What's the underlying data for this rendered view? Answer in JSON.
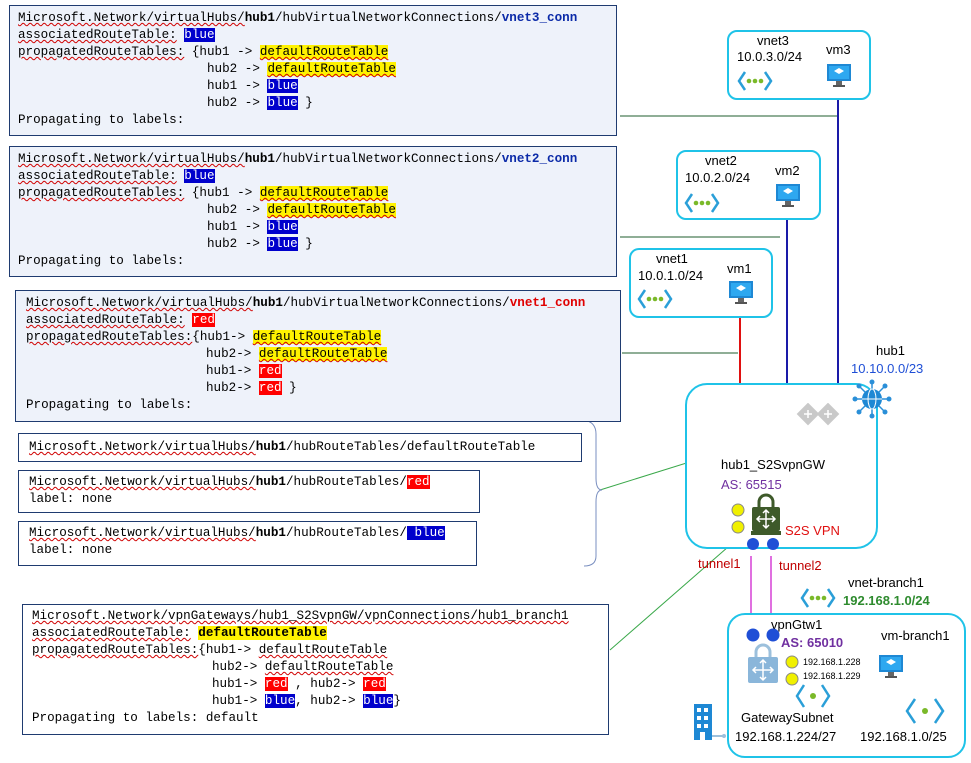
{
  "vnet3_conn": {
    "path_prefix": "Microsoft.Network/virtualHubs/",
    "hub": "hub1",
    "path_mid": "/hubVirtualNetworkConnections/",
    "conn": "vnet3_conn",
    "assoc_key": "associatedRouteTable:",
    "assoc_val": "blue",
    "prop_key": "propagatedRouteTables:",
    "prop_open": "{hub1 -> ",
    "l1_val": "defaultRouteTable",
    "l2_prefix": "hub2 -> ",
    "l2_val": "defaultRouteTable",
    "l3_prefix": "hub1 -> ",
    "l3_val": "blue",
    "l4_prefix": "hub2 -> ",
    "l4_val": "blue",
    "l4_close": " }",
    "labels": "Propagating to labels:"
  },
  "vnet2_conn": {
    "path_prefix": "Microsoft.Network/virtualHubs/",
    "hub": "hub1",
    "path_mid": "/hubVirtualNetworkConnections/",
    "conn": "vnet2_conn",
    "assoc_key": "associatedRouteTable:",
    "assoc_val": "blue",
    "prop_key": "propagatedRouteTables:",
    "prop_open": "{hub1 -> ",
    "l1_val": "defaultRouteTable",
    "l2_prefix": "hub2 -> ",
    "l2_val": "defaultRouteTable",
    "l3_prefix": "hub1 -> ",
    "l3_val": "blue",
    "l4_prefix": "hub2 -> ",
    "l4_val": "blue",
    "l4_close": " }",
    "labels": "Propagating to labels:"
  },
  "vnet1_conn": {
    "path_prefix": "Microsoft.Network/virtualHubs/",
    "hub": "hub1",
    "path_mid": "/hubVirtualNetworkConnections/",
    "conn": "vnet1_conn",
    "assoc_key": "associatedRouteTable:",
    "assoc_val": "red",
    "prop_key": "propagatedRouteTables:",
    "prop_open": "{hub1-> ",
    "l1_val": "defaultRouteTable",
    "l2_prefix": "hub2-> ",
    "l2_val": "defaultRouteTable",
    "l3_prefix": "hub1-> ",
    "l3_val": "red",
    "l4_prefix": "hub2-> ",
    "l4_val": "red",
    "l4_close": " }",
    "labels": "Propagating to labels:"
  },
  "route_tables": {
    "default": {
      "prefix": "Microsoft.Network/virtualHubs/",
      "hub": "hub1",
      "suffix": "/hubRouteTables/defaultRouteTable"
    },
    "red": {
      "prefix": "Microsoft.Network/virtualHubs/",
      "hub": "hub1",
      "suffix": "/hubRouteTables/",
      "name": "red",
      "label_line": "label: none"
    },
    "blue": {
      "prefix": "Microsoft.Network/virtualHubs/",
      "hub": "hub1",
      "suffix": "/hubRouteTables/",
      "name": " blue",
      "label_line": "label: none"
    }
  },
  "vpn_conn": {
    "path": "Microsoft.Network/vpnGateways/hub1_S2SvpnGW/vpnConnections/hub1_branch1",
    "assoc_key": "associatedRouteTable:",
    "assoc_val": "defaultRouteTable",
    "prop_key": "propagatedRouteTables:",
    "prop_open": "{hub1-> ",
    "l1_val": "defaultRouteTable",
    "l2_prefix": "hub2-> ",
    "l2_val": "defaultRouteTable",
    "l3_prefix": "hub1-> ",
    "l3_val": "red",
    "l3_mid": " , hub2-> ",
    "l3_val2": "red",
    "l4_prefix": "hub1-> ",
    "l4_val": "blue",
    "l4_mid": ", hub2-> ",
    "l4_val2": "blue",
    "l4_close": "}",
    "labels": "Propagating to labels: default"
  },
  "topology": {
    "vnet3": {
      "name": "vnet3",
      "cidr": "10.0.3.0/24",
      "vm": "vm3"
    },
    "vnet2": {
      "name": "vnet2",
      "cidr": "10.0.2.0/24",
      "vm": "vm2"
    },
    "vnet1": {
      "name": "vnet1",
      "cidr": "10.0.1.0/24",
      "vm": "vm1"
    },
    "hub": {
      "name": "hub1",
      "cidr": "10.10.0.0/23",
      "gw": "hub1_S2SvpnGW",
      "as": "AS: 65515",
      "s2s": "S2S VPN"
    },
    "tunnel1": "tunnel1",
    "tunnel2": "tunnel2",
    "branch": {
      "vnet": "vnet-branch1",
      "cidr": "192.168.1.0/24",
      "gw": "vpnGtw1",
      "as": "AS: 65010",
      "ip1": "192.168.1.228",
      "ip2": "192.168.1.229",
      "vm": "vm-branch1",
      "gw_subnet": "GatewaySubnet",
      "gw_subnet_cidr": "192.168.1.224/27",
      "vm_subnet_cidr": "192.168.1.0/25"
    }
  },
  "colors": {
    "box_border": "#1fc3e8",
    "blue_hl": "#0000cc",
    "red_hl": "#ff0000",
    "yellow_hl": "#fff200",
    "as_purple": "#7030a0",
    "hub_cidr": "#1f4fd6",
    "branch_green": "#2e8b2e"
  }
}
